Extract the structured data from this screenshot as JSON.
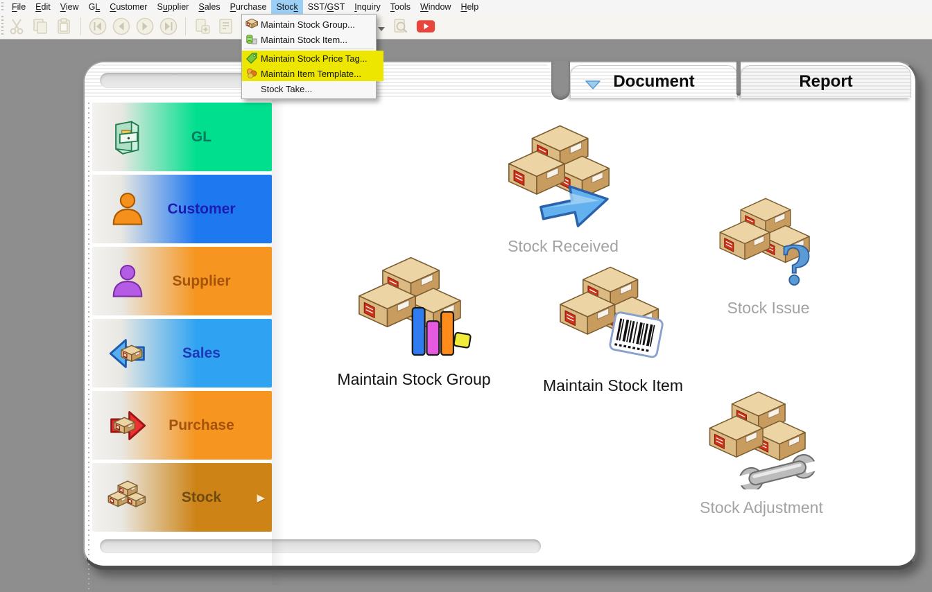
{
  "menubar": {
    "items": [
      {
        "label": "File",
        "m": 0
      },
      {
        "label": "Edit",
        "m": 0
      },
      {
        "label": "View",
        "m": 0
      },
      {
        "label": "GL",
        "m": 1
      },
      {
        "label": "Customer",
        "m": 0
      },
      {
        "label": "Supplier",
        "m": 1
      },
      {
        "label": "Sales",
        "m": 0
      },
      {
        "label": "Purchase",
        "m": 0
      },
      {
        "label": "Stock",
        "m": 4,
        "active": true
      },
      {
        "label": "SST/GST",
        "m": 4
      },
      {
        "label": "Inquiry",
        "m": 0
      },
      {
        "label": "Tools",
        "m": 0
      },
      {
        "label": "Window",
        "m": 0
      },
      {
        "label": "Help",
        "m": 0
      }
    ],
    "active_item_color": "#9ccff5"
  },
  "toolbar": {
    "buttons": [
      "cut-icon",
      "copy-icon",
      "paste-icon",
      "|",
      "nav-first-icon",
      "nav-prev-icon",
      "nav-next-icon",
      "nav-last-icon",
      "|",
      "doc-add-icon",
      "doc-edit-icon",
      "doc-remove-icon"
    ],
    "overflow_icon": "chevron-down-icon",
    "right_buttons": [
      "print-preview-icon",
      "youtube-icon"
    ],
    "disabled_color": "#d6d3c2",
    "youtube_color": "#e8453c"
  },
  "stock_menu": {
    "items": [
      {
        "label": "Maintain Stock Group...",
        "icon": "stock-group-icon"
      },
      {
        "label": "Maintain Stock Item...",
        "icon": "stock-item-icon"
      },
      {
        "separator": true
      },
      {
        "label": "Maintain Stock Price Tag...",
        "icon": "price-tag-icon",
        "highlighted": true
      },
      {
        "label": "Maintain Item Template...",
        "icon": "item-template-icon",
        "highlighted": true
      },
      {
        "label": "Stock Take...",
        "icon": null
      }
    ],
    "highlight_color": "#ece600"
  },
  "tabs": {
    "document": {
      "label": "Document",
      "icon": "filter-down-icon"
    },
    "report": {
      "label": "Report"
    }
  },
  "sidebar": {
    "items": [
      {
        "label": "GL",
        "icon": "cabinet-icon",
        "color": "#00df8e",
        "text_color": "#00795c"
      },
      {
        "label": "Customer",
        "icon": "person-orange-icon",
        "color": "#1e78f0",
        "text_color": "#1c1cae"
      },
      {
        "label": "Supplier",
        "icon": "person-purple-icon",
        "color": "#f6951f",
        "text_color": "#a4530c"
      },
      {
        "label": "Sales",
        "icon": "box-arrow-left-icon",
        "color": "#2fa3f2",
        "text_color": "#1d39b8"
      },
      {
        "label": "Purchase",
        "icon": "box-arrow-right-icon",
        "color": "#f6951f",
        "text_color": "#a4530c"
      },
      {
        "label": "Stock",
        "icon": "boxes-icon",
        "color": "#cd8315",
        "text_color": "#6e4a10",
        "selected": true,
        "arrow": "▶"
      }
    ]
  },
  "content": {
    "items": [
      {
        "key": "stock-received",
        "label": "Stock Received",
        "overlay": "arrow-right",
        "label_color": "#a3a3a3"
      },
      {
        "key": "stock-issue",
        "label": "Stock Issue",
        "overlay": "question",
        "label_color": "#a3a3a3"
      },
      {
        "key": "maintain-stock-group",
        "label": "Maintain Stock Group",
        "overlay": "chart",
        "label_color": "#141414"
      },
      {
        "key": "maintain-stock-item",
        "label": "Maintain Stock Item",
        "overlay": "barcode",
        "label_color": "#141414"
      },
      {
        "key": "stock-adjustment",
        "label": "Stock Adjustment",
        "overlay": "wrench",
        "label_color": "#a3a3a3"
      }
    ]
  }
}
